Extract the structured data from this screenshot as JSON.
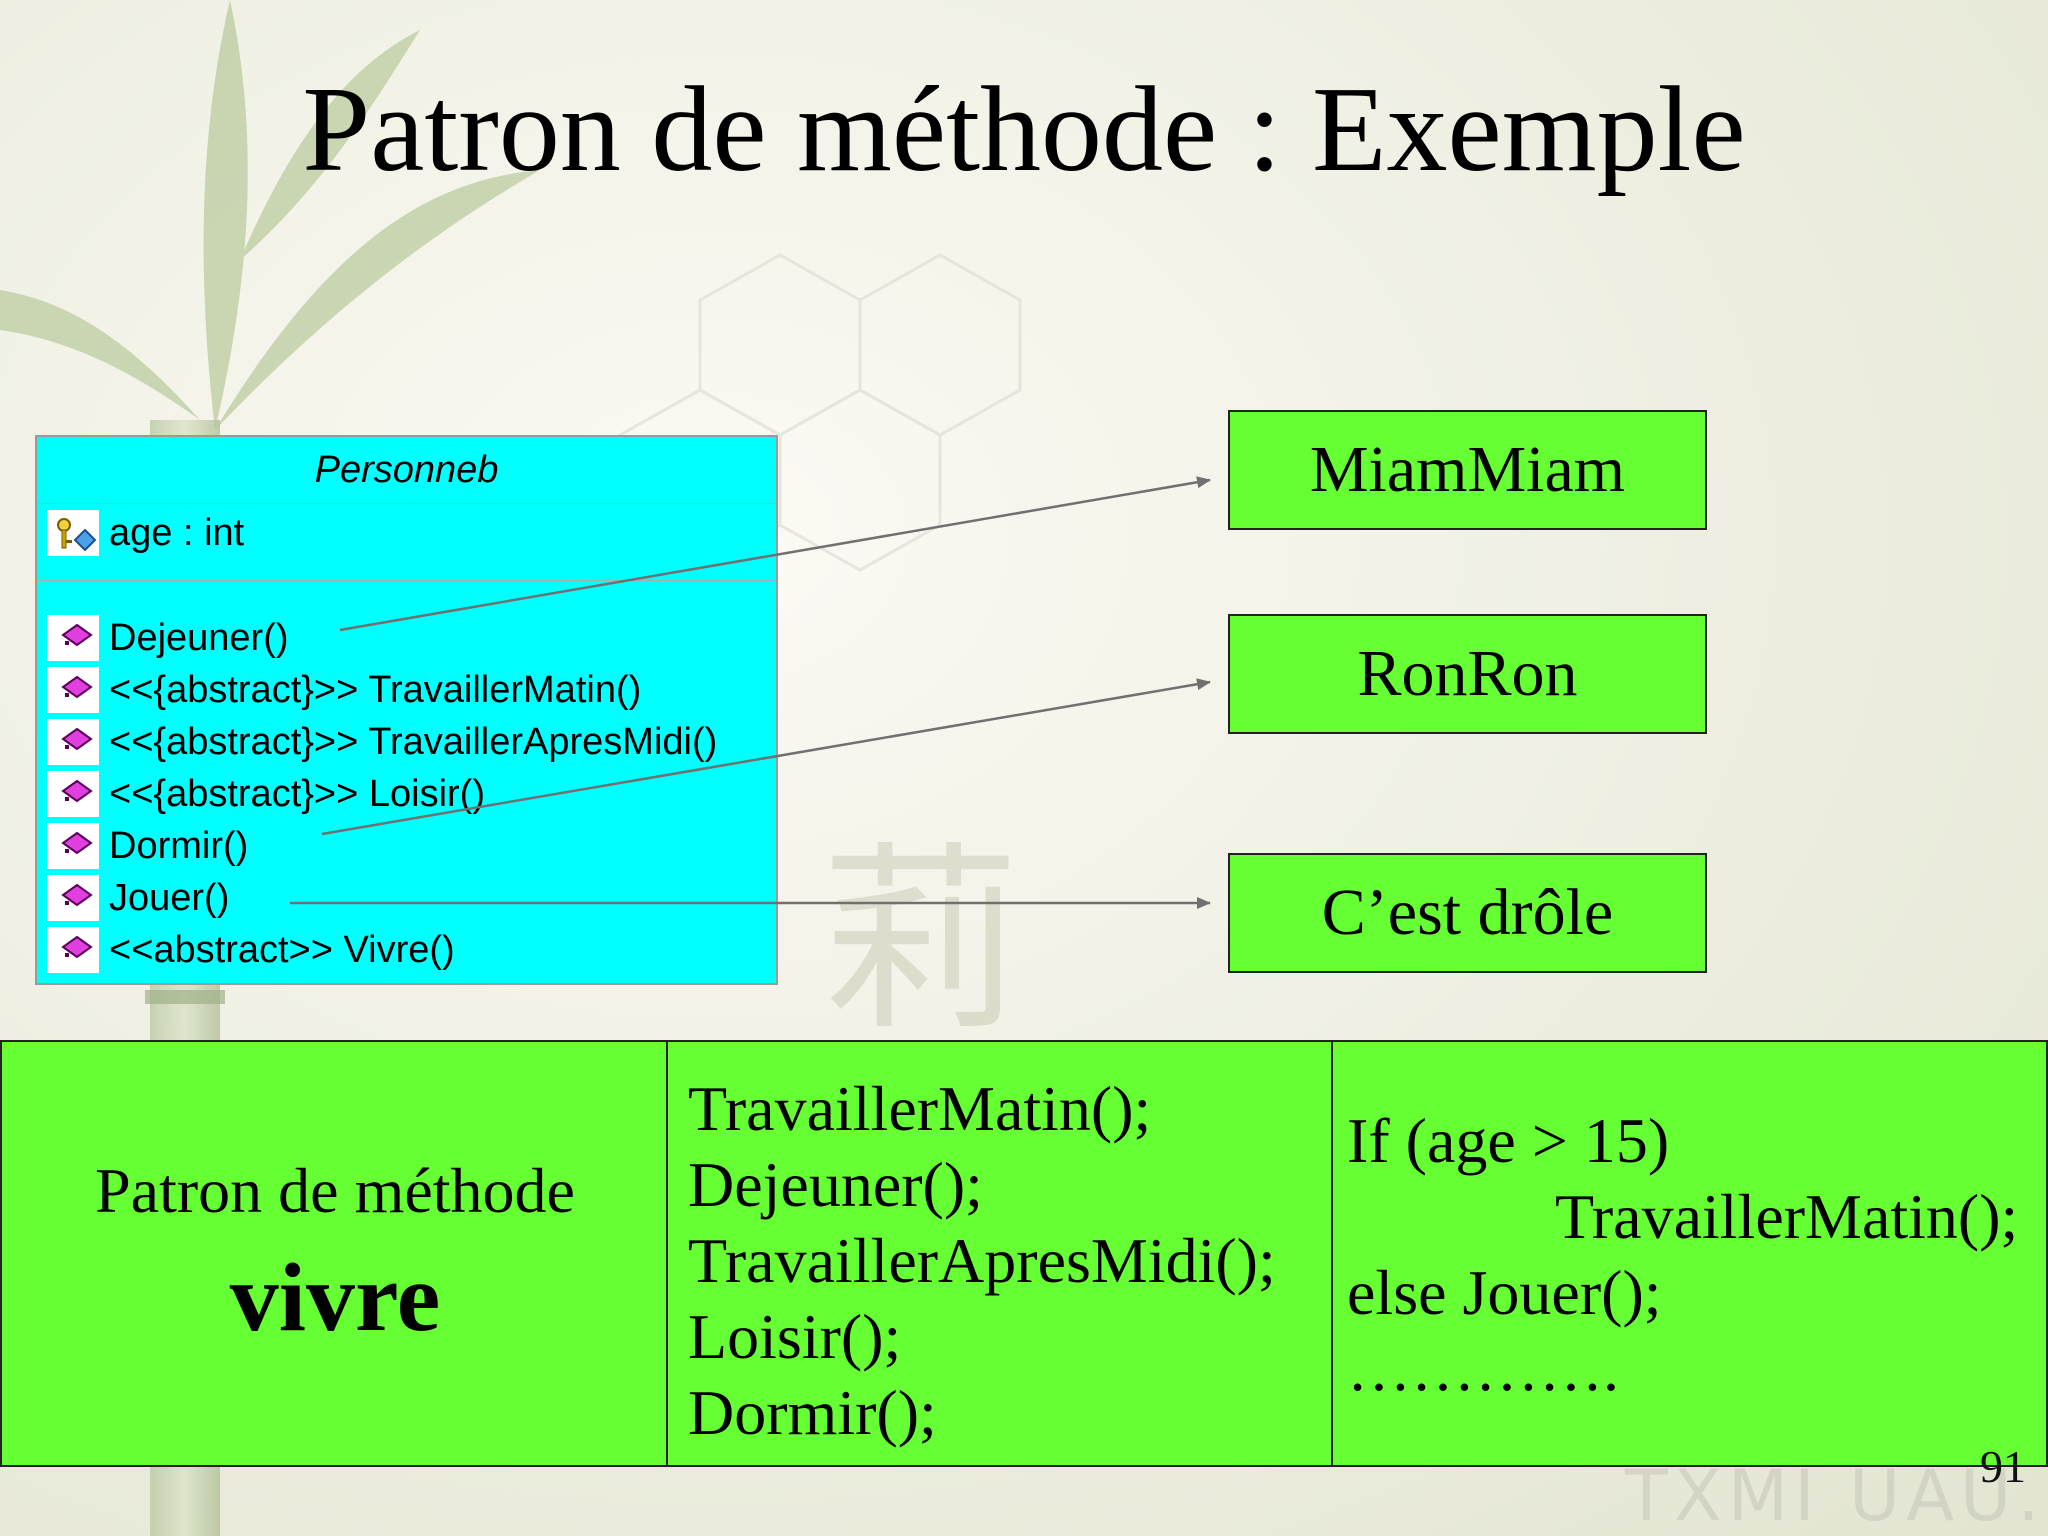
{
  "slide": {
    "title": "Patron de méthode : Exemple",
    "number": "91"
  },
  "watermark": {
    "glyph": "莉",
    "bottom_text": "TXMI UAU.C"
  },
  "uml_class": {
    "name": "Personneb",
    "attribute": "age : int",
    "operations": [
      "Dejeuner()",
      "<<{abstract}>> TravaillerMatin()",
      "<<{abstract}>> TravaillerApresMidi()",
      "<<{abstract}>> Loisir()",
      "Dormir()",
      "Jouer()",
      "<<abstract>> Vivre()"
    ]
  },
  "boxes": [
    "MiamMiam",
    "RonRon",
    "C’est drôle"
  ],
  "table": {
    "label": "Patron de méthode",
    "method_name": "vivre",
    "sequence": [
      "TravaillerMatin();",
      "Dejeuner();",
      "TravaillerApresMidi();",
      "Loisir();",
      "Dormir();"
    ],
    "conditional": [
      "If (age > 15)",
      "TravaillerMatin();",
      "else Jouer();",
      "…………."
    ]
  },
  "colors": {
    "uml_fill": "#00ffff",
    "box_fill": "#66ff33",
    "arrow": "#707070",
    "background": "#f0efe6"
  },
  "icons": {
    "attribute": "key-attribute-icon",
    "operation": "pink-diamond-method-icon"
  }
}
